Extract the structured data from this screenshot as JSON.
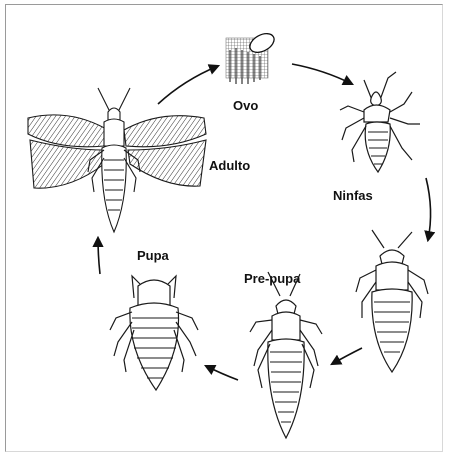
{
  "diagram": {
    "stages": [
      {
        "id": "ovo",
        "label": "Ovo"
      },
      {
        "id": "ninfas",
        "label": "Ninfas"
      },
      {
        "id": "pre-pupa",
        "label": "Pre-pupa"
      },
      {
        "id": "pupa",
        "label": "Pupa"
      },
      {
        "id": "adulto",
        "label": "Adulto"
      }
    ],
    "ink_color": "#1a1a1a"
  }
}
